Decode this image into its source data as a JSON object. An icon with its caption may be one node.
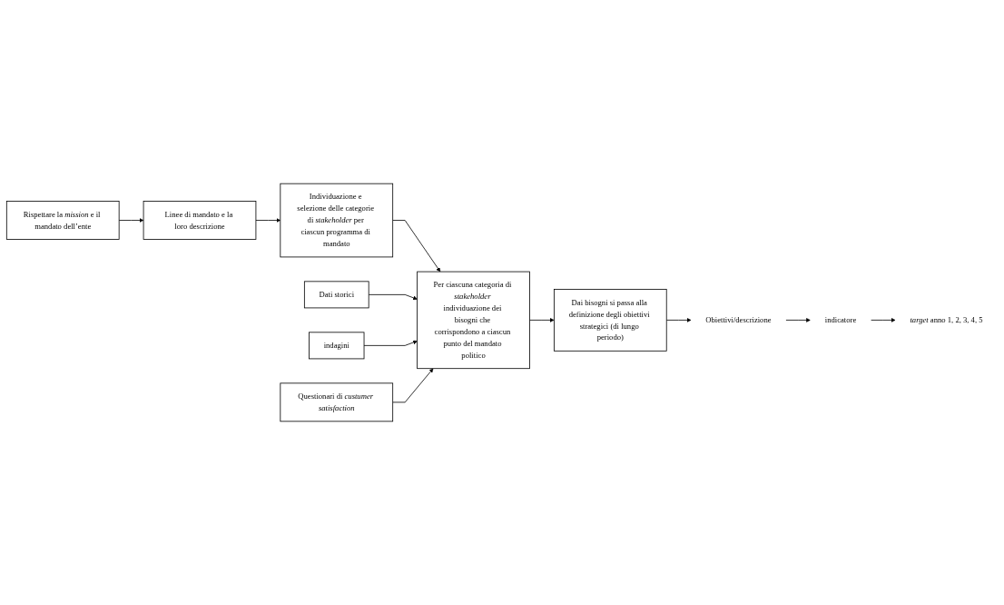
{
  "diagram": {
    "nodes": [
      {
        "text": [
          "Rispettare la *mission* e il mandato dell’ente"
        ]
      },
      {
        "text": [
          "Linee di mandato e la loro descrizione"
        ]
      },
      {
        "text": [
          "Individuazione e selezione delle categorie di *stakeholder* per ciascun programma di mandato"
        ]
      },
      {
        "text": [
          "Dati storici"
        ]
      },
      {
        "text": [
          "indagini"
        ]
      },
      {
        "text": [
          "Questionari di *custumer satisfaction*"
        ]
      },
      {
        "text": [
          "Per ciascuna categoria di *stakeholder* individuazione dei bisogni che corrispondono a ciascun punto del mandato politico"
        ]
      },
      {
        "text": [
          "Dai bisogni si passa alla definizione degli obiettivi strategici (di lungo periodo)"
        ]
      },
      {
        "text": [
          "Obiettivi/descrizione"
        ]
      },
      {
        "text": [
          "indicatore"
        ]
      },
      {
        "text": [
          "*target* anno 1, 2, 3, 4, 5"
        ]
      }
    ],
    "edges": [
      {
        "from": 0,
        "to": 1,
        "arrow": "to"
      },
      {
        "from": 1,
        "to": 2,
        "arrow": "to"
      },
      {
        "from": 2,
        "to": 6,
        "arrow": "to"
      },
      {
        "from": 3,
        "to": 6,
        "arrow": "to"
      },
      {
        "from": 4,
        "to": 6,
        "arrow": "to"
      },
      {
        "from": 5,
        "to": 6,
        "arrow": "to"
      },
      {
        "from": 6,
        "to": 7,
        "arrow": "to"
      },
      {
        "from": 7,
        "to": 8,
        "arrow": "to"
      },
      {
        "from": 8,
        "to": 9,
        "arrow": "to"
      },
      {
        "from": 9,
        "to": 10,
        "arrow": "to"
      }
    ]
  }
}
